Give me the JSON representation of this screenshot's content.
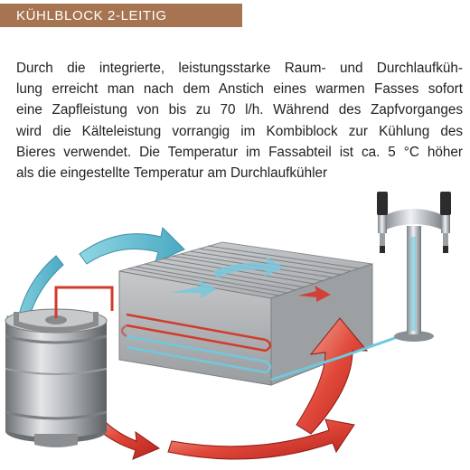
{
  "header": {
    "title": "KÜHLBLOCK 2-LEITIG"
  },
  "body": {
    "lines": [
      "Durch die integrierte, leistungsstarke Raum- und Durchlaufküh-",
      "lung erreicht man nach dem Anstich eines warmen Fasses sofort",
      "eine Zapfleistung von bis zu 70 l/h. Während des Zapfvorganges",
      "wird die Kälteleistung vorrangig im Kombiblock zur Kühlung des",
      "Bieres verwendet. Die Temperatur im Fassabteil ist ca. 5 °C höher",
      "als die eingestellte Temperatur am Durchlaufkühler"
    ]
  },
  "colors": {
    "header_bg": "#a67450",
    "warm_arrow": "#d8362a",
    "cold_arrow": "#5ab9cf",
    "hot_line": "#d23b2c",
    "cold_line": "#6ec9dd",
    "metal": "#b9bcbf"
  },
  "icons": {
    "keg": "beer-keg-icon",
    "tap": "beer-tap-tower-icon",
    "block": "cooling-block-icon"
  }
}
